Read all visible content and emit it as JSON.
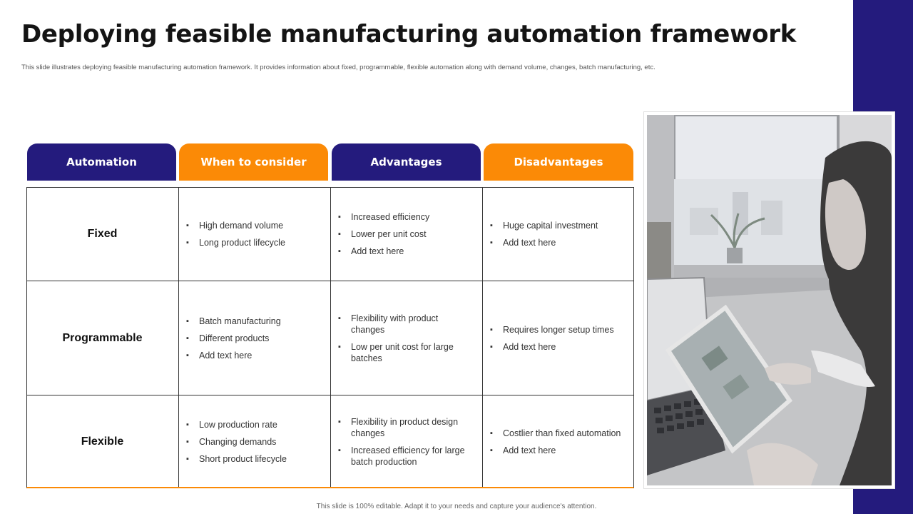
{
  "title": "Deploying feasible manufacturing automation framework",
  "subtitle": "This slide illustrates deploying feasible manufacturing automation  framework. It provides information about  fixed, programmable, flexible automation along with demand volume,  changes, batch manufacturing, etc.",
  "headers": [
    "Automation",
    "When to consider",
    "Advantages",
    "Disadvantages"
  ],
  "rows": [
    {
      "label": "Fixed",
      "when": [
        "High demand volume",
        "Long product lifecycle"
      ],
      "advantages": [
        "Increased efficiency",
        "Lower per unit cost",
        "Add text here"
      ],
      "disadvantages": [
        "Huge capital investment",
        "Add text here"
      ]
    },
    {
      "label": "Programmable",
      "when": [
        "Batch manufacturing",
        "Different  products",
        "Add text here"
      ],
      "advantages": [
        "Flexibility with product changes",
        "Low per unit cost for large batches"
      ],
      "disadvantages": [
        "Requires  longer setup times",
        "Add text here"
      ]
    },
    {
      "label": "Flexible",
      "when": [
        "Low production rate",
        "Changing demands",
        "Short product lifecycle"
      ],
      "advantages": [
        "Flexibility in product design changes",
        "Increased efficiency for large batch production"
      ],
      "disadvantages": [
        "Costlier than fixed automation",
        "Add text here"
      ]
    }
  ],
  "footer": "This slide is 100% editable.  Adapt it to your needs and capture your audience's attention.",
  "colors": {
    "navy": "#241b7d",
    "orange": "#fb8a06"
  }
}
